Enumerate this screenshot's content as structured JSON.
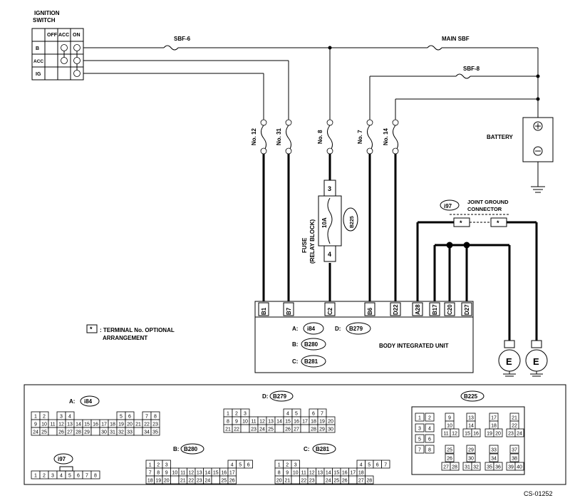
{
  "ignition_switch": {
    "title_line1": "IGNITION",
    "title_line2": "SWITCH",
    "columns": [
      "OFF",
      "ACC",
      "ON"
    ],
    "rows": [
      "B",
      "ACC",
      "IG"
    ]
  },
  "fuses": {
    "sbf6": "SBF-6",
    "main_sbf": "MAIN SBF",
    "sbf8": "SBF-8",
    "no12": "No. 12",
    "no31": "No. 31",
    "no8": "No. 8",
    "no7": "No. 7",
    "no14": "No. 14"
  },
  "battery_label": "BATTERY",
  "relay_fuse": {
    "label_line1": "FUSE",
    "label_line2": "(RELAY BLOCK)",
    "rating": "10A",
    "pin_top": "3",
    "pin_bottom": "4",
    "connector_id": "B225"
  },
  "joint_ground": {
    "connector_id": "i97",
    "label_line1": "JOINT GROUND",
    "label_line2": "CONNECTOR",
    "star": "*",
    "ground_symbol": "E"
  },
  "unit": {
    "name": "BODY INTEGRATED UNIT",
    "pins": [
      "B1",
      "B7",
      "C2",
      "B6",
      "D22",
      "A28",
      "B17",
      "C20",
      "D27"
    ],
    "connectors": [
      {
        "letter": "A:",
        "id": "i84"
      },
      {
        "letter": "D:",
        "id": "B279"
      },
      {
        "letter": "B:",
        "id": "B280"
      },
      {
        "letter": "C:",
        "id": "B281"
      }
    ]
  },
  "legend": {
    "star": "*",
    "line1": ": TERMINAL No. OPTIONAL",
    "line2": "ARRANGEMENT"
  },
  "connector_views": {
    "i84": {
      "prefix": "A:",
      "id": "i84",
      "row1": [
        "1",
        "2",
        "",
        "3",
        "4",
        "",
        "",
        "",
        "",
        "",
        "5",
        "6",
        "",
        "7",
        "8"
      ],
      "row2": [
        "9",
        "10",
        "11",
        "12",
        "13",
        "14",
        "15",
        "16",
        "17",
        "18",
        "19",
        "20",
        "21",
        "22",
        "23"
      ],
      "row3": [
        "24",
        "25",
        "",
        "26",
        "27",
        "28",
        "29",
        "",
        "30",
        "31",
        "32",
        "33",
        "",
        "34",
        "35"
      ]
    },
    "b279": {
      "prefix": "D:",
      "id": "B279",
      "row1": [
        "1",
        "2",
        "3",
        "",
        "",
        "",
        "",
        "4",
        "5",
        "",
        "6",
        "7"
      ],
      "row2": [
        "8",
        "9",
        "10",
        "11",
        "12",
        "13",
        "14",
        "15",
        "16",
        "17",
        "18",
        "19",
        "20"
      ],
      "row3": [
        "21",
        "22",
        "",
        "23",
        "24",
        "25",
        "",
        "26",
        "27",
        "",
        "28",
        "29",
        "30"
      ]
    },
    "i97": {
      "id": "i97",
      "cells": [
        "1",
        "2",
        "3",
        "4",
        "5",
        "6",
        "7",
        "8"
      ]
    },
    "b280": {
      "prefix": "B:",
      "id": "B280",
      "row1": [
        "1",
        "2",
        "3",
        "",
        "",
        "",
        "",
        "",
        "",
        "",
        "4",
        "5",
        "6"
      ],
      "row2": [
        "7",
        "8",
        "9",
        "10",
        "11",
        "12",
        "13",
        "14",
        "15",
        "16",
        "17"
      ],
      "row3": [
        "18",
        "19",
        "20",
        "",
        "21",
        "22",
        "23",
        "24",
        "",
        "25",
        "26"
      ]
    },
    "b281": {
      "prefix": "C:",
      "id": "B281",
      "row1": [
        "1",
        "2",
        "3",
        "",
        "",
        "",
        "",
        "",
        "",
        "",
        "4",
        "5",
        "6",
        "7"
      ],
      "row2": [
        "8",
        "9",
        "10",
        "11",
        "12",
        "13",
        "14",
        "15",
        "16",
        "17",
        "18"
      ],
      "row3": [
        "20",
        "21",
        "",
        "22",
        "23",
        "",
        "24",
        "25",
        "26",
        "",
        "27",
        "28"
      ]
    },
    "b225": {
      "id": "B225",
      "cells": [
        "1",
        "2",
        "9",
        "13",
        "17",
        "21",
        "10",
        "14",
        "18",
        "22",
        "3",
        "4",
        "11",
        "12",
        "15",
        "16",
        "19",
        "20",
        "23",
        "24",
        "5",
        "6",
        "7",
        "8",
        "25",
        "29",
        "33",
        "37",
        "26",
        "30",
        "34",
        "38",
        "27",
        "28",
        "31",
        "32",
        "35",
        "36",
        "39",
        "40"
      ]
    }
  },
  "figure_code": "CS-01252"
}
